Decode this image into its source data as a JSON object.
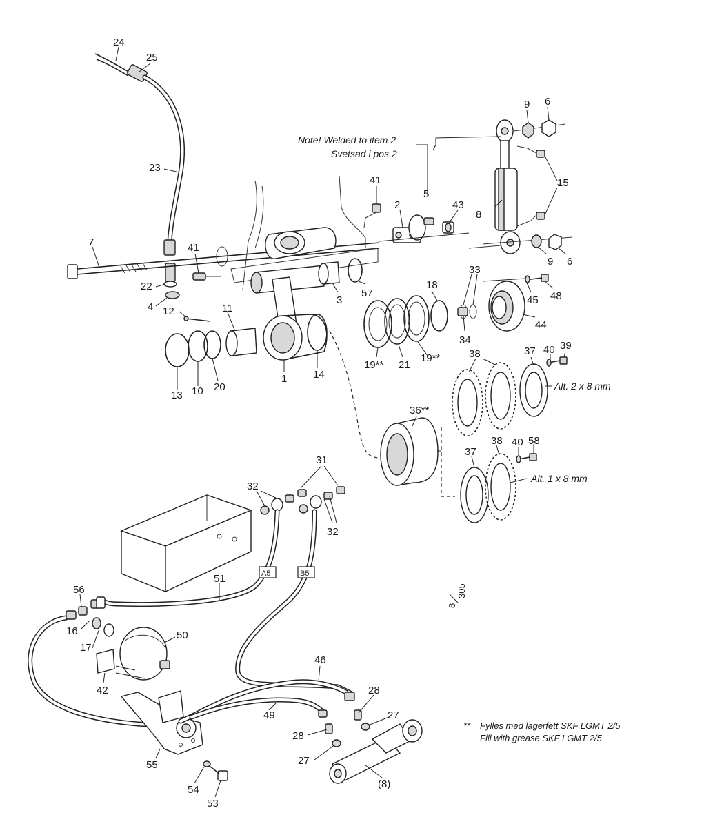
{
  "notes": {
    "welded_en": "Note! Welded to item 2",
    "welded_sv": "Svetsad i pos 2",
    "alt_2x8": "Alt. 2 x 8 mm",
    "alt_1x8": "Alt. 1 x 8 mm",
    "grease_marker": "**",
    "grease_sv": "Fylles med lagerfett SKF LGMT 2/5",
    "grease_en": "Fill with grease SKF LGMT 2/5",
    "page_ref_top": "8",
    "page_ref_bottom": "305"
  },
  "hose_tags": {
    "a5": "A5",
    "b5": "B5"
  },
  "callouts": [
    {
      "id": "c24",
      "label": "24"
    },
    {
      "id": "c25",
      "label": "25"
    },
    {
      "id": "c23",
      "label": "23"
    },
    {
      "id": "c7",
      "label": "7"
    },
    {
      "id": "c41a",
      "label": "41"
    },
    {
      "id": "c22",
      "label": "22"
    },
    {
      "id": "c4",
      "label": "4"
    },
    {
      "id": "c12",
      "label": "12"
    },
    {
      "id": "c11",
      "label": "11"
    },
    {
      "id": "c13",
      "label": "13"
    },
    {
      "id": "c10",
      "label": "10"
    },
    {
      "id": "c20",
      "label": "20"
    },
    {
      "id": "c1",
      "label": "1"
    },
    {
      "id": "c14",
      "label": "14"
    },
    {
      "id": "c3",
      "label": "3"
    },
    {
      "id": "c57",
      "label": "57"
    },
    {
      "id": "c41b",
      "label": "41"
    },
    {
      "id": "c2",
      "label": "2"
    },
    {
      "id": "c5",
      "label": "5"
    },
    {
      "id": "c43",
      "label": "43"
    },
    {
      "id": "c9a",
      "label": "9"
    },
    {
      "id": "c6a",
      "label": "6"
    },
    {
      "id": "c15",
      "label": "15"
    },
    {
      "id": "c8",
      "label": "8"
    },
    {
      "id": "c9b",
      "label": "9"
    },
    {
      "id": "c6b",
      "label": "6"
    },
    {
      "id": "c18",
      "label": "18"
    },
    {
      "id": "c33",
      "label": "33"
    },
    {
      "id": "c45",
      "label": "45"
    },
    {
      "id": "c48",
      "label": "48"
    },
    {
      "id": "c44",
      "label": "44"
    },
    {
      "id": "c34",
      "label": "34"
    },
    {
      "id": "c19a",
      "label": "19**"
    },
    {
      "id": "c21",
      "label": "21"
    },
    {
      "id": "c19b",
      "label": "19**"
    },
    {
      "id": "c38a",
      "label": "38"
    },
    {
      "id": "c37a",
      "label": "37"
    },
    {
      "id": "c40a",
      "label": "40"
    },
    {
      "id": "c39",
      "label": "39"
    },
    {
      "id": "c36",
      "label": "36**"
    },
    {
      "id": "c38b",
      "label": "38"
    },
    {
      "id": "c40b",
      "label": "40"
    },
    {
      "id": "c58",
      "label": "58"
    },
    {
      "id": "c37b",
      "label": "37"
    },
    {
      "id": "c31",
      "label": "31"
    },
    {
      "id": "c32a",
      "label": "32"
    },
    {
      "id": "c32b",
      "label": "32"
    },
    {
      "id": "c51",
      "label": "51"
    },
    {
      "id": "c56",
      "label": "56"
    },
    {
      "id": "c16",
      "label": "16"
    },
    {
      "id": "c17",
      "label": "17"
    },
    {
      "id": "c50",
      "label": "50"
    },
    {
      "id": "c42",
      "label": "42"
    },
    {
      "id": "c46",
      "label": "46"
    },
    {
      "id": "c49",
      "label": "49"
    },
    {
      "id": "c28a",
      "label": "28"
    },
    {
      "id": "c27a",
      "label": "27"
    },
    {
      "id": "c28b",
      "label": "28"
    },
    {
      "id": "c27b",
      "label": "27"
    },
    {
      "id": "c8p",
      "label": "(8)"
    },
    {
      "id": "c55",
      "label": "55"
    },
    {
      "id": "c54",
      "label": "54"
    },
    {
      "id": "c53",
      "label": "53"
    }
  ]
}
